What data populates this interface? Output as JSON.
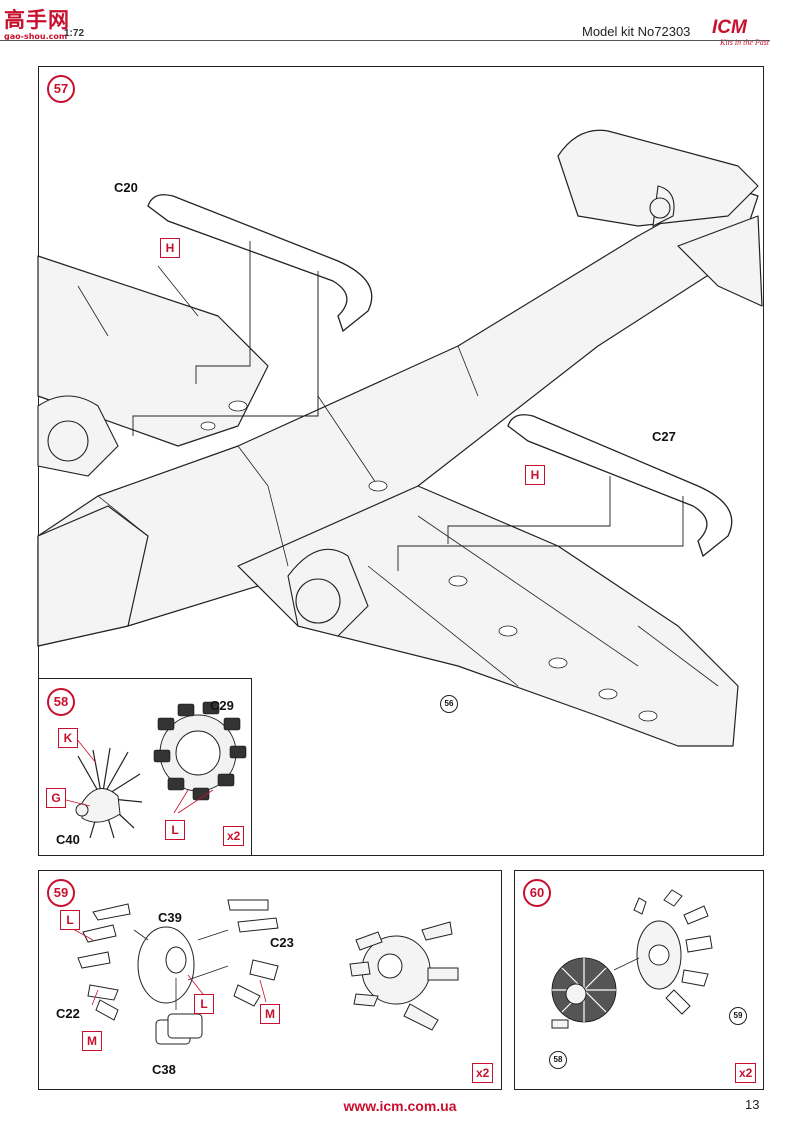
{
  "header": {
    "site_logo_cn": "高手网",
    "site_logo_url": "gao-shou.com",
    "site_logo_scale": "1:72",
    "model_kit": "Model kit No72303",
    "brand_name": "ICM",
    "brand_tagline": "Kits in the Past"
  },
  "step57": {
    "number": "57",
    "parts": {
      "left_cowl": "C20",
      "right_cowl": "C27"
    },
    "paint_left": "H",
    "paint_right": "H",
    "ref": "56"
  },
  "step58": {
    "number": "58",
    "parts": {
      "engine": "C29",
      "spinner": "C40"
    },
    "paints": {
      "k": "K",
      "g": "G",
      "l": "L"
    },
    "times": "x2"
  },
  "step59": {
    "number": "59",
    "parts": {
      "plate": "C39",
      "exhaust_right": "C23",
      "exhaust_left": "C22",
      "base": "C38"
    },
    "paints": {
      "l_top": "L",
      "l_mid": "L",
      "m_left": "M",
      "m_right": "M"
    },
    "times": "x2"
  },
  "step60": {
    "number": "60",
    "refs": {
      "ref59": "59",
      "ref58": "58"
    },
    "times": "x2"
  },
  "footer": {
    "url": "www.icm.com.ua",
    "page_number": "13"
  },
  "colors": {
    "accent": "#c8102e",
    "line": "#222222"
  }
}
